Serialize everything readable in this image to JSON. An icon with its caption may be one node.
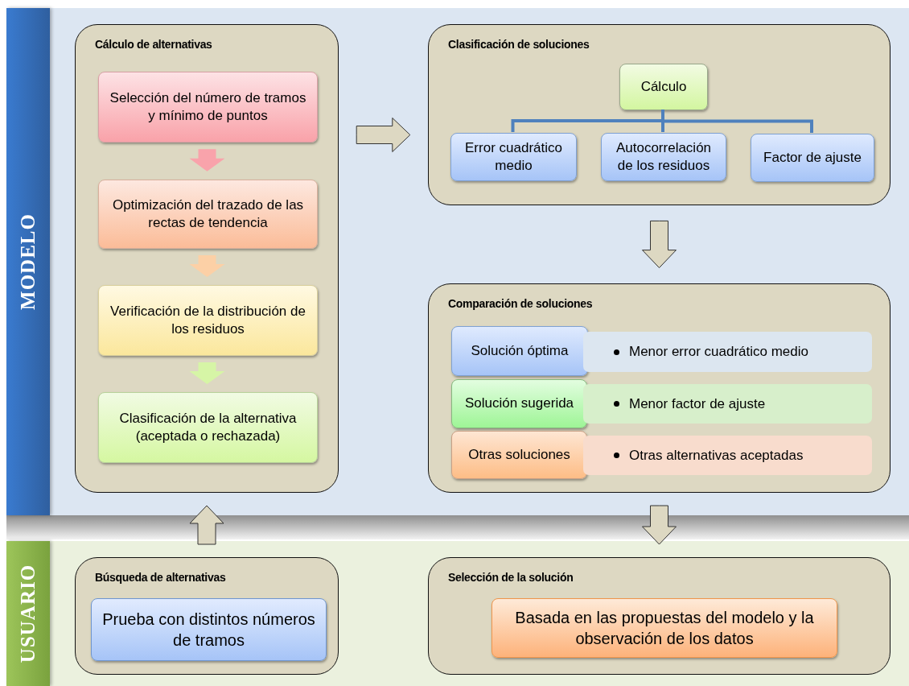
{
  "diagram": {
    "nodes": [
      {
        "text": [
          "MODELO"
        ]
      },
      {
        "text": [
          "Cálculo de alternativas"
        ],
        "in": 0
      },
      {
        "text": [
          "Selección del número de tramos y mínimo de puntos"
        ],
        "in": 1
      },
      {
        "text": [
          "Optimización del trazado de las rectas de tendencia"
        ],
        "in": 1
      },
      {
        "text": [
          "Verificación de la distribución de los residuos"
        ],
        "in": 1
      },
      {
        "text": [
          "Clasificación de la alternativa (aceptada o rechazada)"
        ],
        "in": 1
      },
      {
        "text": [
          "Clasificación de soluciones"
        ],
        "in": 0
      },
      {
        "text": [
          "Cálculo"
        ],
        "in": 6
      },
      {
        "text": [
          "Error cuadrático medio"
        ],
        "in": 6
      },
      {
        "text": [
          "Autocorrelación de los residuos"
        ],
        "in": 6
      },
      {
        "text": [
          "Factor de ajuste"
        ],
        "in": 6
      },
      {
        "text": [
          "Comparación de soluciones"
        ],
        "in": 0
      },
      {
        "text": [
          "Solución óptima"
        ],
        "in": 11
      },
      {
        "text": [
          "Menor error cuadrático medio"
        ],
        "in": 11
      },
      {
        "text": [
          "Solución sugerida"
        ],
        "in": 11
      },
      {
        "text": [
          "Menor factor de ajuste"
        ],
        "in": 11
      },
      {
        "text": [
          "Otras soluciones"
        ],
        "in": 11
      },
      {
        "text": [
          "Otras alternativas aceptadas"
        ],
        "in": 11
      },
      {
        "text": [
          "USUARIO"
        ]
      },
      {
        "text": [
          "Búsqueda de alternativas"
        ],
        "in": 18
      },
      {
        "text": [
          "Prueba con distintos números de tramos"
        ],
        "in": 19
      },
      {
        "text": [
          "Selección de la solución"
        ],
        "in": 18
      },
      {
        "text": [
          "Basada en las propuestas del modelo y la observación de los datos"
        ],
        "in": 21
      }
    ],
    "edges": [
      {
        "from": 2,
        "to": 3,
        "arrow": "to",
        "color": "#f9a3ab"
      },
      {
        "from": 3,
        "to": 4,
        "arrow": "to",
        "color": "#fcd0a6"
      },
      {
        "from": 4,
        "to": 5,
        "arrow": "to",
        "color": "#d6f5a6"
      },
      {
        "from": 1,
        "to": 6,
        "arrow": "to"
      },
      {
        "from": 7,
        "to": 8,
        "arrow": "none",
        "color": "#4f81bd"
      },
      {
        "from": 7,
        "to": 9,
        "arrow": "none",
        "color": "#4f81bd"
      },
      {
        "from": 7,
        "to": 10,
        "arrow": "none",
        "color": "#4f81bd"
      },
      {
        "from": 6,
        "to": 11,
        "arrow": "to"
      },
      {
        "from": 11,
        "to": 21,
        "arrow": "to"
      },
      {
        "from": 19,
        "to": 1,
        "arrow": "to"
      }
    ]
  }
}
